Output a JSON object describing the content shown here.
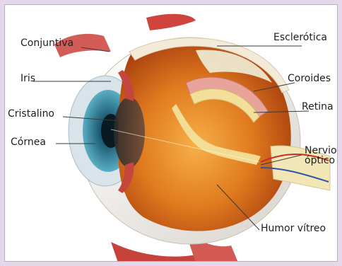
{
  "labels": {
    "conjuntiva": "Conjuntiva",
    "iris": "Iris",
    "cristalino": "Cristalino",
    "cornea": "Córnea",
    "esclerotica": "Esclerótica",
    "coroides": "Coroides",
    "retina": "Retina",
    "nervio_line1": "Nervio",
    "nervio_line2": "óptico",
    "humor_vitreo": "Humor vítreo"
  },
  "colors": {
    "frame": "#e4d8ea",
    "leader_line": "#3a3a3a",
    "vitreous": "#e07a1e",
    "retina": "#f2e09a",
    "choroid": "#e8a49a",
    "sclera": "#f4ead8",
    "muscle": "#d0443e",
    "iris": "#2e7f9a"
  }
}
